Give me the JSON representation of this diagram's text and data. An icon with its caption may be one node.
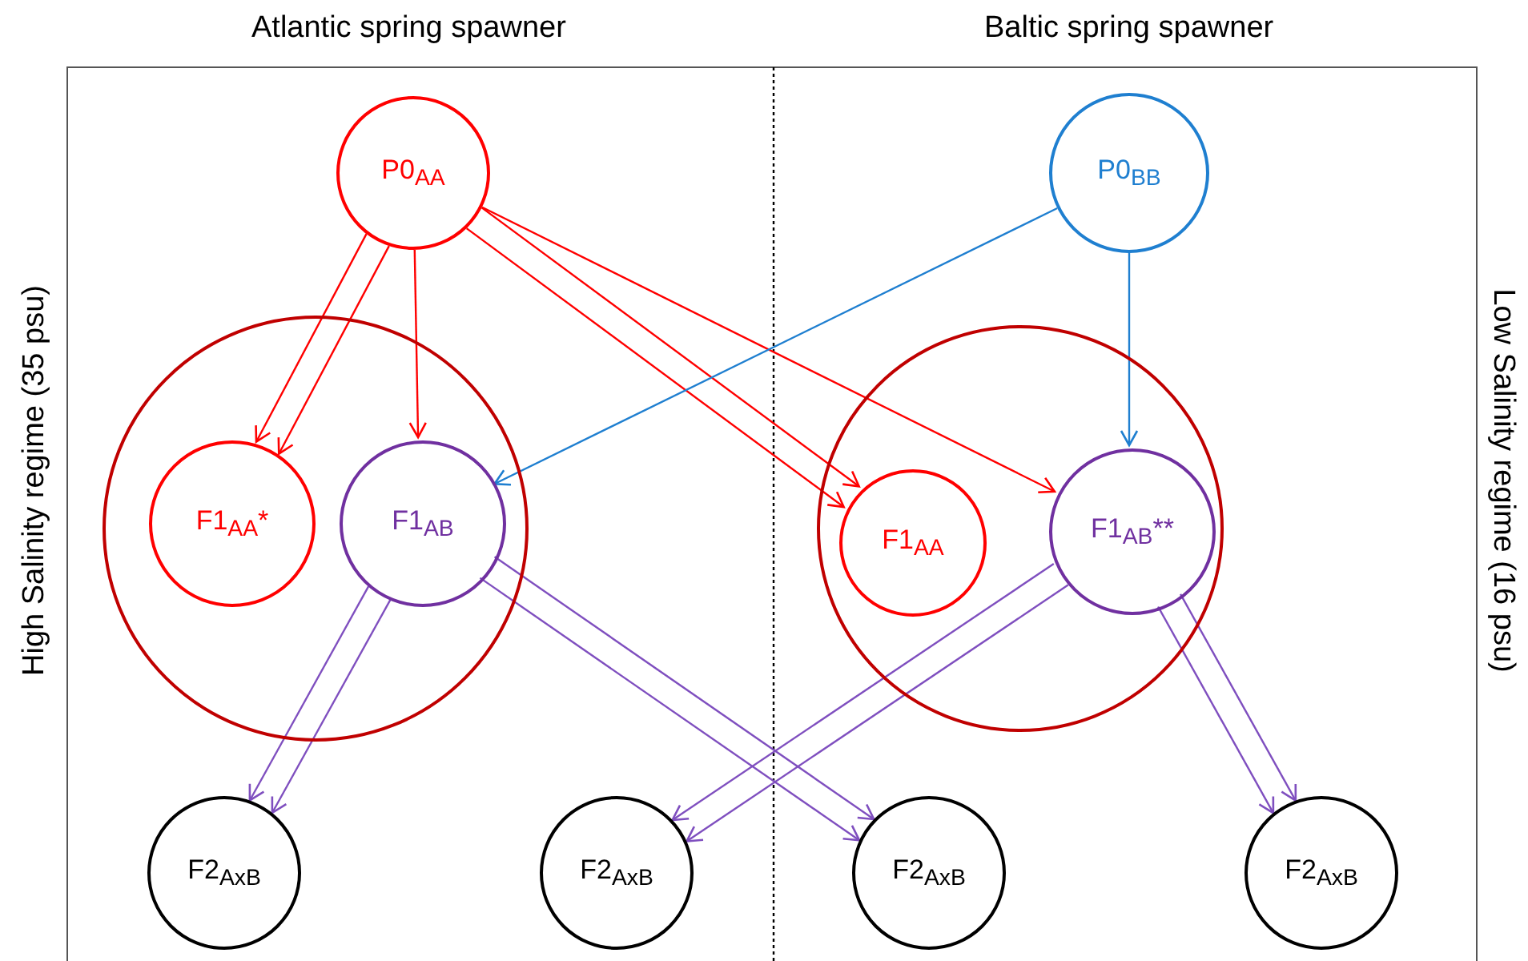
{
  "diagram": {
    "nodes": [
      {
        "text": [
          "P0$_{AA}$"
        ]
      },
      {
        "text": [
          "P0$_{BB}$"
        ]
      },
      {
        "text": [],
        "shape": "circle"
      },
      {
        "text": [
          "F1$_{AA}$*"
        ],
        "in": 2
      },
      {
        "text": [
          "F1$_{AB}$"
        ],
        "in": 2
      },
      {
        "text": [],
        "shape": "circle"
      },
      {
        "text": [
          "F1$_{AA}$"
        ],
        "in": 5
      },
      {
        "text": [
          "F1$_{AB}$**"
        ],
        "in": 5
      },
      {
        "text": [
          "F2$_{AxB}$"
        ]
      },
      {
        "text": [
          "F2$_{AxB}$"
        ]
      },
      {
        "text": [
          "F2$_{AxB}$"
        ]
      },
      {
        "text": [
          "F2$_{AxB}$"
        ]
      }
    ],
    "edges": [
      {
        "from": 0,
        "to": 3,
        "arrow": "to",
        "color": "#ff0000"
      },
      {
        "from": 0,
        "to": 3,
        "arrow": "to",
        "color": "#ff0000"
      },
      {
        "from": 0,
        "to": 4,
        "arrow": "to",
        "color": "#ff0000"
      },
      {
        "from": 0,
        "to": 6,
        "arrow": "to",
        "color": "#ff0000"
      },
      {
        "from": 0,
        "to": 6,
        "arrow": "to",
        "color": "#ff0000"
      },
      {
        "from": 0,
        "to": 7,
        "arrow": "to",
        "color": "#ff0000"
      },
      {
        "from": 1,
        "to": 4,
        "arrow": "to",
        "color": "#1f7fd0"
      },
      {
        "from": 1,
        "to": 7,
        "arrow": "to",
        "color": "#1f7fd0"
      },
      {
        "from": 4,
        "to": 8,
        "arrow": "to",
        "color": "#7f4fbf"
      },
      {
        "from": 4,
        "to": 8,
        "arrow": "to",
        "color": "#7f4fbf"
      },
      {
        "from": 4,
        "to": 10,
        "arrow": "to",
        "color": "#7f4fbf"
      },
      {
        "from": 4,
        "to": 10,
        "arrow": "to",
        "color": "#7f4fbf"
      },
      {
        "from": 7,
        "to": 9,
        "arrow": "to",
        "color": "#7f4fbf"
      },
      {
        "from": 7,
        "to": 9,
        "arrow": "to",
        "color": "#7f4fbf"
      },
      {
        "from": 7,
        "to": 11,
        "arrow": "to",
        "color": "#7f4fbf"
      },
      {
        "from": 7,
        "to": 11,
        "arrow": "to",
        "color": "#7f4fbf"
      }
    ],
    "labels": [
      "Atlantic spring spawner",
      "Baltic spring spawner",
      "High Salinity regime (35 psu)",
      "Low Salinity regime (16 psu)"
    ]
  }
}
